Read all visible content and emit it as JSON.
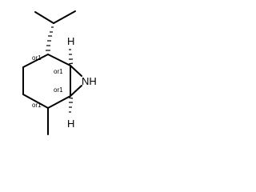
{
  "molecule": {
    "atoms": {
      "nitrogen": "NH",
      "hydrogen_top": "H",
      "hydrogen_bottom": "H"
    },
    "stereo_labels": {
      "c2": "or1",
      "c1": "or1",
      "c6": "or1",
      "c5": "or1"
    }
  }
}
